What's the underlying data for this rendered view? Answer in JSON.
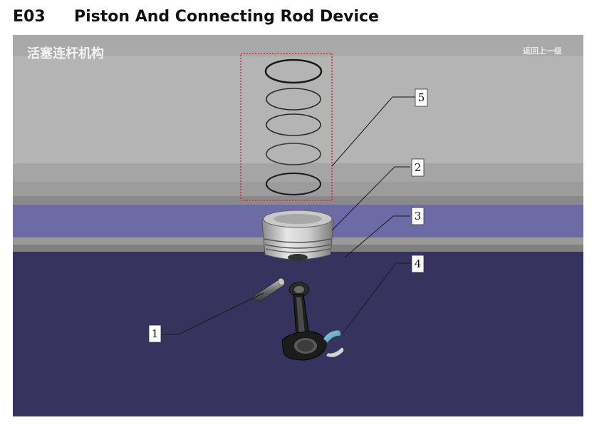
{
  "header": {
    "code": "E03",
    "title": "Piston And Connecting Rod Device"
  },
  "figure": {
    "overlay_title": "活塞连杆机构",
    "back_button_label": "返回上一级",
    "callouts": [
      {
        "number": "1",
        "part": "piston-pin"
      },
      {
        "number": "2",
        "part": "piston"
      },
      {
        "number": "3",
        "part": "piston-assembly"
      },
      {
        "number": "4",
        "part": "connecting-rod-bearing"
      },
      {
        "number": "5",
        "part": "piston-rings"
      }
    ],
    "colors": {
      "upper_background": "#b4b4b4",
      "band": "#6d6ba6",
      "lower_background": "#36345f",
      "highlight_box": "#e0242c"
    }
  }
}
